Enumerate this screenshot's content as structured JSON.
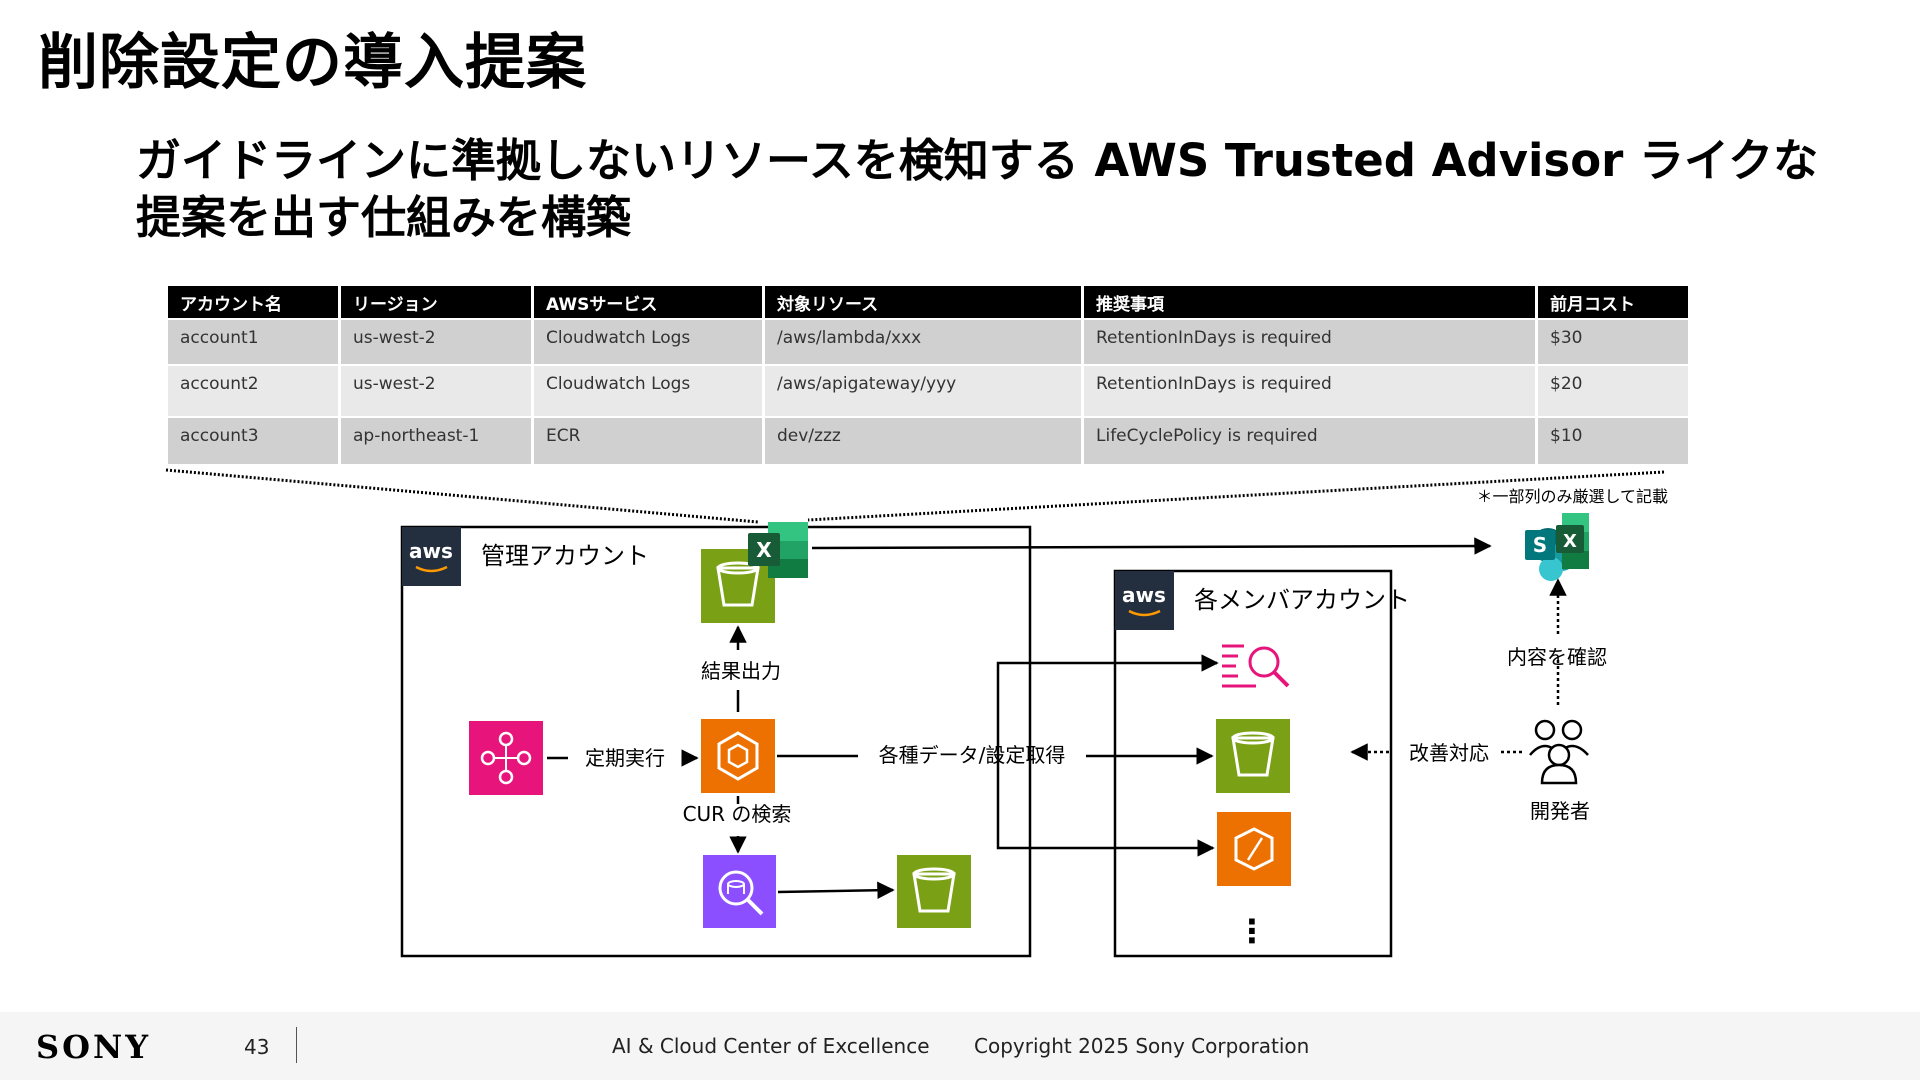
{
  "slide": {
    "title": "削除設定の導入提案",
    "subtitle_line1": "ガイドラインに準拠しないリソースを検知する AWS Trusted Advisor ライクな",
    "subtitle_line2": "提案を出す仕組みを構築"
  },
  "table": {
    "headers": [
      "アカウント名",
      "リージョン",
      "AWSサービス",
      "対象リソース",
      "推奨事項",
      "前月コスト"
    ],
    "rows": [
      [
        "account1",
        "us-west-2",
        "Cloudwatch Logs",
        "/aws/lambda/xxx",
        "RetentionInDays is required",
        "$30"
      ],
      [
        "account2",
        "us-west-2",
        "Cloudwatch Logs",
        "/aws/apigateway/yyy",
        "RetentionInDays is required",
        "$20"
      ],
      [
        "account3",
        "ap-northeast-1",
        "ECR",
        "dev/zzz",
        "LifeCyclePolicy is required",
        "$10"
      ]
    ],
    "footnote": "＊一部列のみ厳選して記載"
  },
  "diagram": {
    "management_account_label": "管理アカウント",
    "member_account_label": "各メンバアカウント",
    "aws_badge": "aws",
    "result_output": "結果出力",
    "scheduled_run": "定期実行",
    "cur_search": "CUR の検索",
    "data_fetch": "各種データ/設定取得",
    "improvement": "改善対応",
    "check_content": "内容を確認",
    "developer": "開発者",
    "vertical_ellipsis": "⋮",
    "excel_letter": "X",
    "sharepoint_letter": "S"
  },
  "colors": {
    "s3_green": "#7aa116",
    "compute_orange": "#ed7100",
    "eventbridge_pink": "#e7157b",
    "athena_purple": "#8c4fff",
    "excel_green": "#1d6f42",
    "aws_navy": "#232f3e"
  },
  "footer": {
    "logo": "SONY",
    "page_number": "43",
    "org": "AI & Cloud Center of Excellence",
    "copyright": "Copyright 2025 Sony Corporation"
  }
}
